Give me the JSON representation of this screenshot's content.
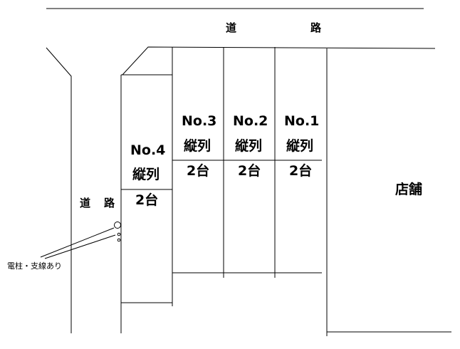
{
  "roads": {
    "top": [
      "道",
      "路"
    ],
    "left": [
      "道",
      "路"
    ]
  },
  "spaces": [
    {
      "no": "No.1",
      "type": "縦列",
      "count": "2台"
    },
    {
      "no": "No.2",
      "type": "縦列",
      "count": "2台"
    },
    {
      "no": "No.3",
      "type": "縦列",
      "count": "2台"
    },
    {
      "no": "No.4",
      "type": "縦列",
      "count": "2台"
    }
  ],
  "shop_label": "店舗",
  "pole_note": "電柱・支線あり"
}
